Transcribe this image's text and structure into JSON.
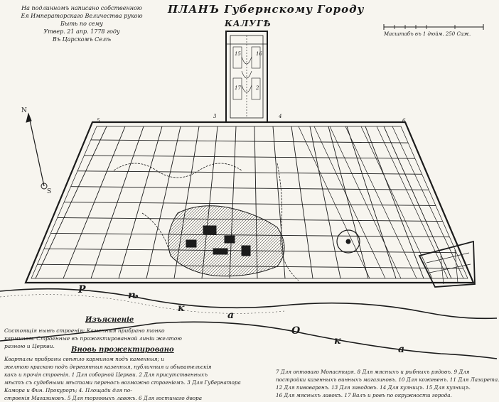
{
  "map": {
    "title_line1": "ПЛАНЪ Губернскому Городу",
    "title_line2": "КАЛУГѢ",
    "approval": "На подлинномъ написано собственною\nЕя Императорскаго Величества рукою\nБыть по сему\nУтвер. 21 апр. 1778 году\nВъ Царскомъ Селѣ",
    "scale": {
      "label": "Масштабъ въ 1 дюйм. 250 Саж."
    },
    "river": {
      "letters_upper": [
        "Р",
        "ѣ",
        "к",
        "а"
      ],
      "letters_lower": [
        "О",
        "к",
        "а"
      ]
    },
    "compass": {
      "north": "N",
      "south": "S"
    },
    "legend_existing": {
      "title": "Изъясненіе",
      "body": "Состоящія нынѣ строенія: Каменныя прибрано тонко\nкармином. Строенные въ прожектированной линіи желтою\nразною и Церкви."
    },
    "legend_projected": {
      "title": "Вновь прожектировано",
      "body": "Кварталы прибраны свѣтло кармином подъ каменныя; и\nжелтою краскою подъ деревянныя казенныя, публичныя и обывательскія\nкакъ и прочія строенія. 1 Для соборной Церкви. 2 Для присутственныхъ\nмѣстъ съ судебными мѣстами переносъ возможно строеніемъ. 3 Для Губернатора\nКамора и Фин. Прокуроръ; 4. Площади для по-\nстроенія Магазиновъ. 5 Для торговыхъ лавокъ. 6 Для гостинаго двора"
    },
    "legend_right": {
      "body": "7 Для оптоваго Монастыря. 8 Для мясныхъ и рыбныхъ рядовъ. 9 Для\nпостройки казенныхъ винныхъ магазиновъ. 10 Для кожевенъ. 11 Для Лазарета.\n12 Для пивоваренъ. 13 Для заводовъ. 14 Для кузницъ. 15 Для кузницъ.\n16 Для мясныхъ лавокъ. 17 Валъ и ровъ по окружности города."
    },
    "block_numbers": [
      "15",
      "16",
      "17",
      "2",
      "3",
      "4",
      "5",
      "6"
    ]
  }
}
